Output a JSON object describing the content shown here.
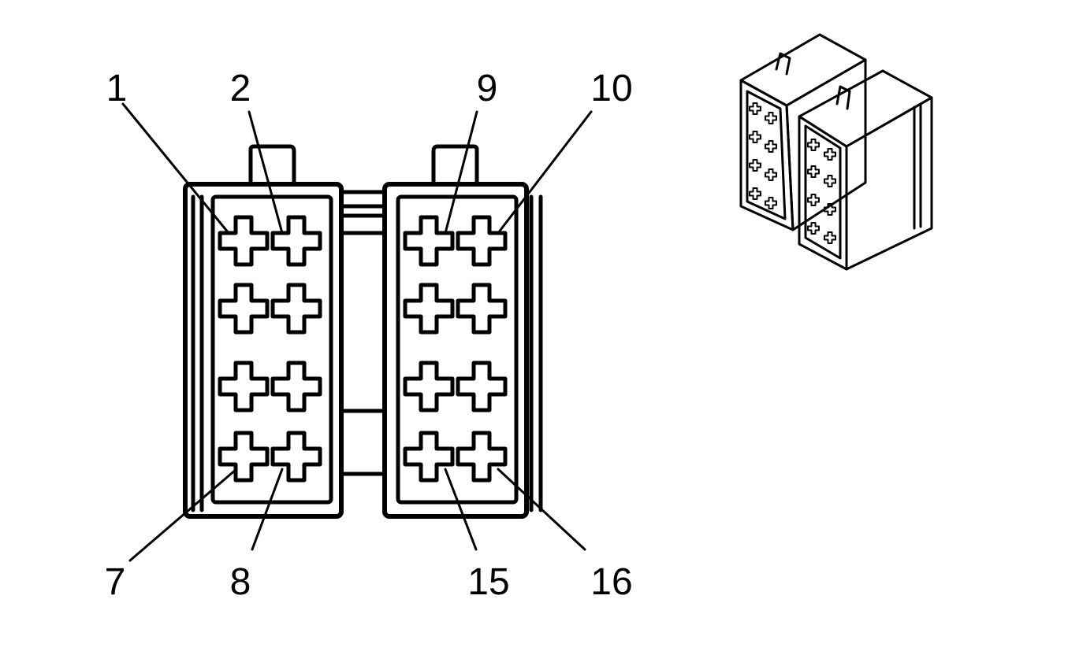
{
  "colors": {
    "line": "#000000",
    "background": "#ffffff"
  },
  "labels": {
    "pin_1": "1",
    "pin_2": "2",
    "pin_7": "7",
    "pin_8": "8",
    "pin_9": "9",
    "pin_10": "10",
    "pin_15": "15",
    "pin_16": "16"
  },
  "connector": {
    "halves": 2,
    "rows_per_half": 4,
    "columns_per_half": 2
  }
}
